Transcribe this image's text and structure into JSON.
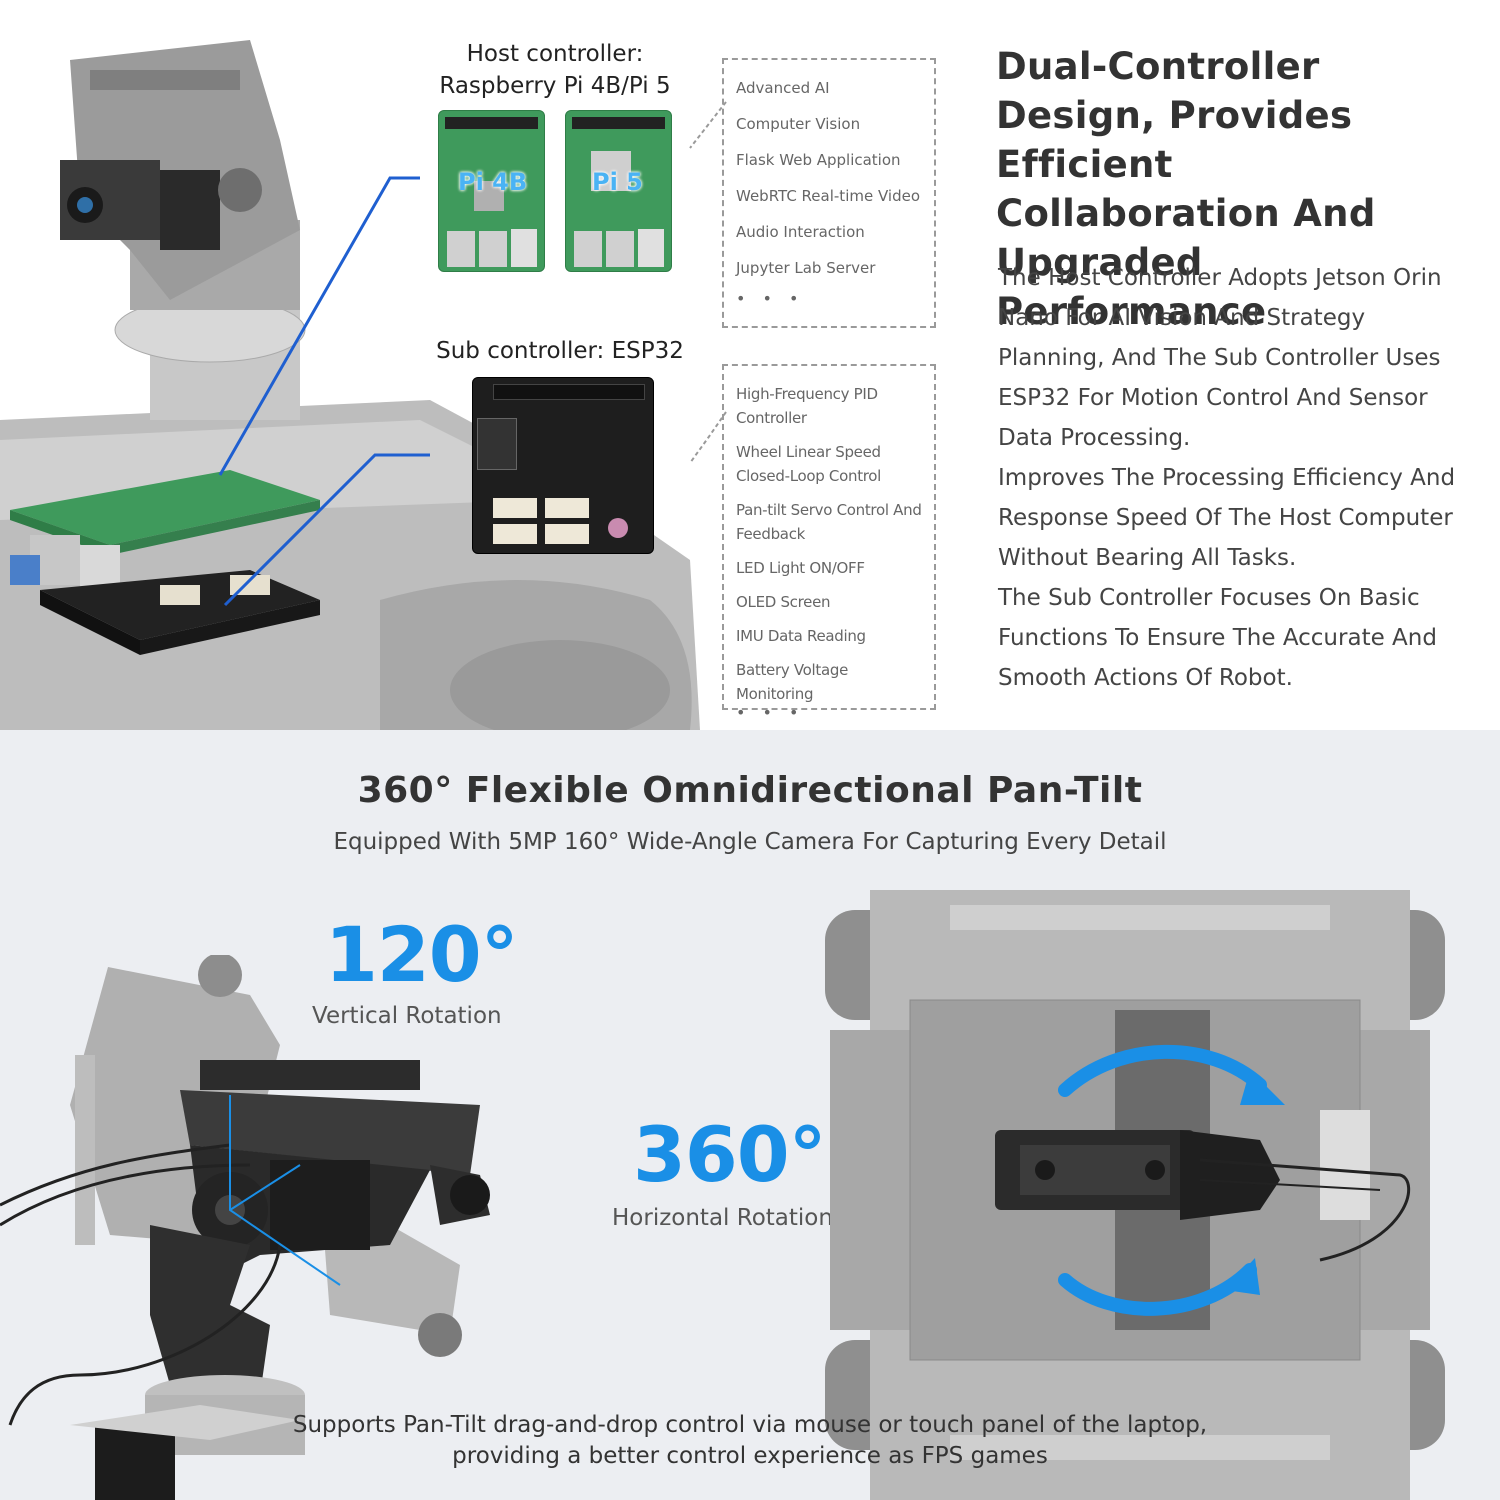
{
  "host": {
    "title": "Host controller:",
    "model": "Raspberry Pi 4B/Pi 5",
    "boards": [
      "Pi 4B",
      "Pi 5"
    ],
    "features": [
      "Advanced AI",
      "Computer Vision",
      "Flask Web Application",
      "WebRTC Real-time Video",
      "Audio Interaction",
      "Jupyter Lab Server"
    ],
    "more": "• • •"
  },
  "sub": {
    "title": "Sub controller: ESP32",
    "features": [
      "High-Frequency PID Controller",
      "Wheel Linear Speed Closed-Loop Control",
      "Pan-tilt Servo Control And Feedback",
      "LED Light ON/OFF",
      "OLED Screen",
      "IMU Data Reading",
      "Battery Voltage Monitoring"
    ],
    "more": "• • •"
  },
  "design": {
    "heading": "Dual-Controller Design, Provides Efficient Collaboration And Upgraded Performance",
    "paragraphs": [
      "The Host Controller Adopts Jetson Orin Nano For AI Vision And Strategy Planning, And The Sub Controller Uses ESP32 For Motion Control And Sensor Data Processing.",
      "Improves The Processing Efficiency And Response Speed Of The Host Computer Without Bearing All Tasks.",
      "The Sub Controller Focuses On Basic Functions To Ensure The Accurate And Smooth Actions Of Robot."
    ]
  },
  "pantilt": {
    "heading": "360° Flexible Omnidirectional Pan-Tilt",
    "subheading": "Equipped With 5MP 160° Wide-Angle Camera For Capturing Every Detail",
    "vertical": {
      "value": "120°",
      "label": "Vertical Rotation"
    },
    "horizontal": {
      "value": "360°",
      "label": "Horizontal Rotation"
    },
    "caption_line1": "Supports Pan-Tilt drag-and-drop control via mouse or touch panel of the laptop,",
    "caption_line2": "providing a better control experience as FPS games"
  },
  "colors": {
    "accent": "#1a8fe6",
    "pcb_green": "#3f9a5c",
    "pcb_black": "#1e1e1e",
    "metal": "#9b9b9b"
  }
}
